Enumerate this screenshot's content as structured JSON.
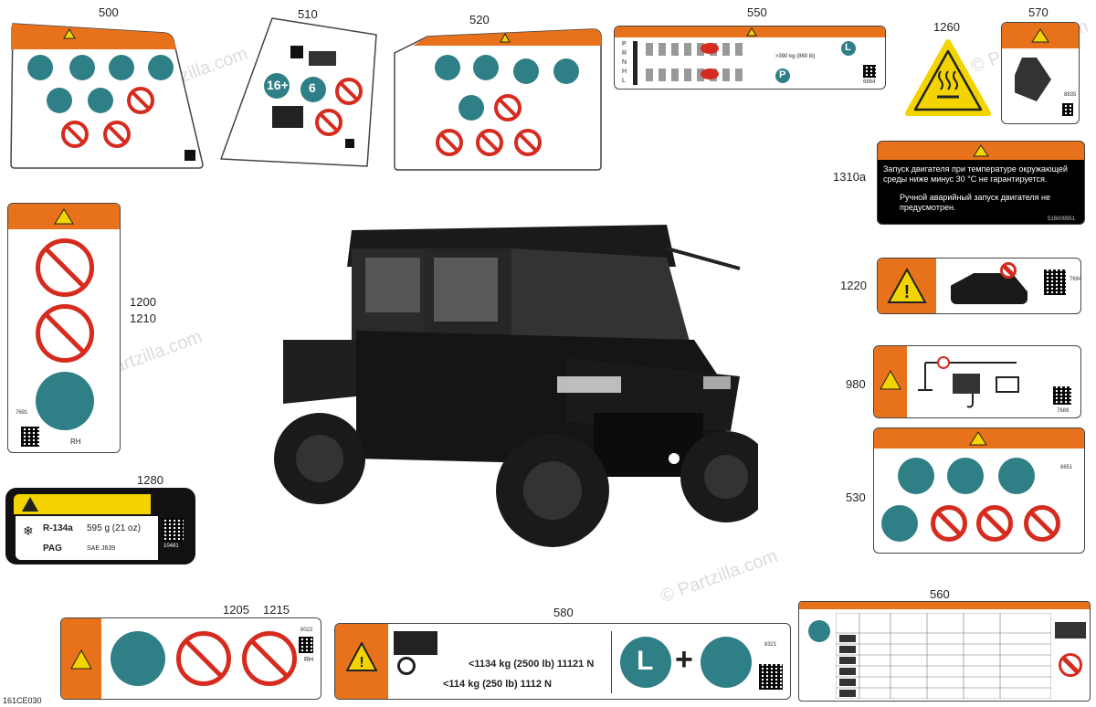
{
  "callouts": {
    "c500": "500",
    "c510": "510",
    "c520": "520",
    "c550": "550",
    "c1260": "1260",
    "c570": "570",
    "c1310a": "1310a",
    "c1200": "1200",
    "c1210": "1210",
    "c1220": "1220",
    "c980": "980",
    "c530": "530",
    "c1280": "1280",
    "c1205": "1205",
    "c1215": "1215",
    "c580": "580",
    "c560": "560"
  },
  "diagram_code": "161CE030",
  "watermark": "© Partzilla.com",
  "decal_550": {
    "weight": ">390 kg (860 lb)",
    "code": "6884",
    "gears": [
      "P",
      "R",
      "N",
      "H",
      "L"
    ],
    "L": "L",
    "P": "P"
  },
  "decal_1310a": {
    "line1": "Запуск двигателя при температуре окружающей",
    "line2": "среды ниже минус 30 °C не гарантируется.",
    "line3": "Ручной аварийный запуск двигателя не",
    "line4": "предусмотрен.",
    "code": "516009951"
  },
  "decal_1220": {
    "code": "7694"
  },
  "decal_980": {
    "code": "7689"
  },
  "decal_530": {
    "code": "8651"
  },
  "decal_570": {
    "code": "8835"
  },
  "decal_1200": {
    "side": "RH",
    "code": "7691"
  },
  "decal_1280": {
    "refrigerant": "R-134a",
    "amount": "595 g (21 oz)",
    "oil": "PAG",
    "standard": "SAE J639",
    "code": "10481"
  },
  "decal_1205": {
    "side": "RH",
    "code": "8022"
  },
  "decal_580": {
    "load1": "<1134 kg (2500 lb) 11121 N",
    "load2": "<114 kg (250 lb) 1112 N",
    "L": "L",
    "code": "8321"
  },
  "decal_510": {
    "age1": "16+",
    "age2": "6"
  },
  "colors": {
    "orange": "#e8721c",
    "teal": "#2f7f86",
    "red": "#d62b1f",
    "yellow": "#f3d400"
  }
}
